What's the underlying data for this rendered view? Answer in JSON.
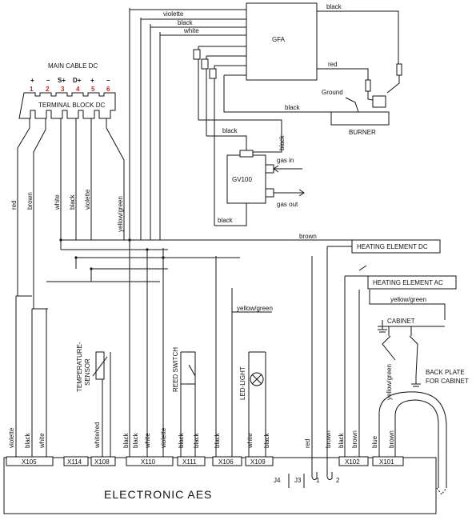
{
  "colors": {
    "ink": "#111111",
    "terminal_numbers": "#cc2222",
    "background": "#ffffff"
  },
  "main_cable": {
    "title": "MAIN CABLE DC",
    "polarity": [
      "+",
      "–",
      "S+",
      "D+",
      "+",
      "–"
    ],
    "numbers": [
      "1",
      "2",
      "3",
      "4",
      "5",
      "6"
    ],
    "block_label": "TERMINAL BLOCK DC"
  },
  "main_cable_wires": [
    "red",
    "brown",
    "white",
    "black",
    "violette",
    "yellow/green"
  ],
  "gfa": {
    "label": "GFA",
    "left_wires": [
      "violette",
      "black",
      "white"
    ],
    "right_wires": [
      "black",
      "red"
    ]
  },
  "burner": {
    "label": "BURNER",
    "ground_label": "Ground",
    "ground_wire": "black"
  },
  "gv100": {
    "label": "GV100",
    "wires": [
      "black",
      "black",
      "black"
    ],
    "gas_in": "gas in",
    "gas_out": "gas out"
  },
  "heating_dc": {
    "label": "HEATING ELEMENT DC",
    "wire": "brown"
  },
  "heating_ac": {
    "label": "HEATING ELEMENT AC",
    "wire": "yellow/green"
  },
  "cabinet": {
    "label": "CABINET",
    "back_plate_line1": "BACK PLATE",
    "back_plate_line2": "FOR CABINET"
  },
  "mid_wire_label": "yellow/green",
  "temperature_sensor": {
    "line1": "TEMPERATURE-",
    "line2": "SENSOR"
  },
  "reed_switch": "REED SWITCH",
  "led_light": "LED-LIGHT",
  "bottom_wire_labels": [
    "violette",
    "black",
    "white",
    "white/red",
    "black",
    "black",
    "white",
    "violette",
    "black",
    "black",
    "black",
    "white",
    "black",
    "red",
    "brown",
    "black",
    "brown",
    "yellow/green",
    "blue",
    "brown"
  ],
  "connectors": [
    "X105",
    "X114",
    "X108",
    "X110",
    "X111",
    "X106",
    "X109",
    "X102",
    "X101"
  ],
  "jumpers": [
    "J4",
    "J3",
    "1",
    "2"
  ],
  "module": "ELECTRONIC AES"
}
